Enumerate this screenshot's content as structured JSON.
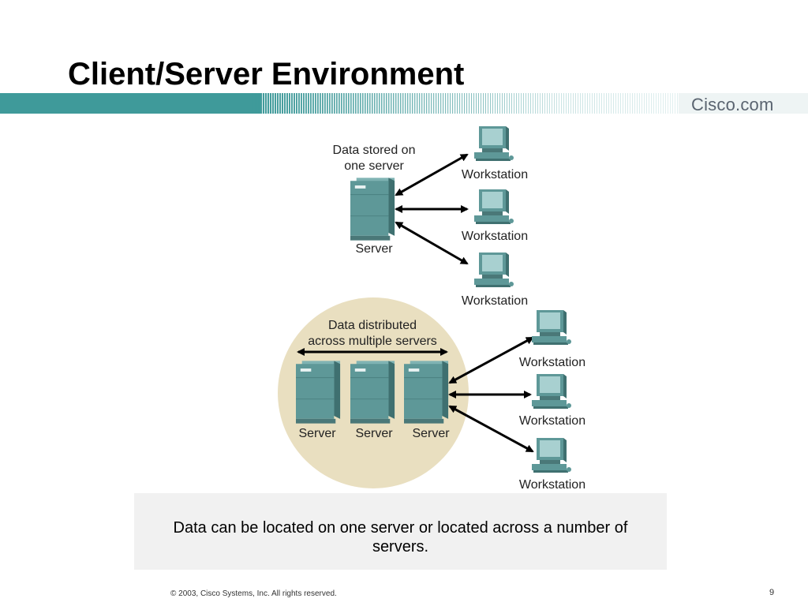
{
  "slide": {
    "title": "Client/Server Environment",
    "brand": "Cisco.com",
    "caption": "Data can be located on one server or located across a number of servers.",
    "copyright": "© 2003, Cisco Systems, Inc. All rights reserved.",
    "page_number": "9"
  },
  "colors": {
    "band": "#3f9a9a",
    "server": "#5e9898",
    "workstation": "#5e9898",
    "circle": "#e9dfc0",
    "caption_bg": "#f1f1f1",
    "arrow": "#000000"
  },
  "diagram": {
    "top": {
      "note_line1": "Data stored on",
      "note_line2": "one server",
      "server_label": "Server",
      "workstations": [
        "Workstation",
        "Workstation",
        "Workstation"
      ]
    },
    "bottom": {
      "note_line1": "Data distributed",
      "note_line2": "across multiple servers",
      "server_labels": [
        "Server",
        "Server",
        "Server"
      ],
      "workstations": [
        "Workstation",
        "Workstation",
        "Workstation"
      ]
    }
  }
}
